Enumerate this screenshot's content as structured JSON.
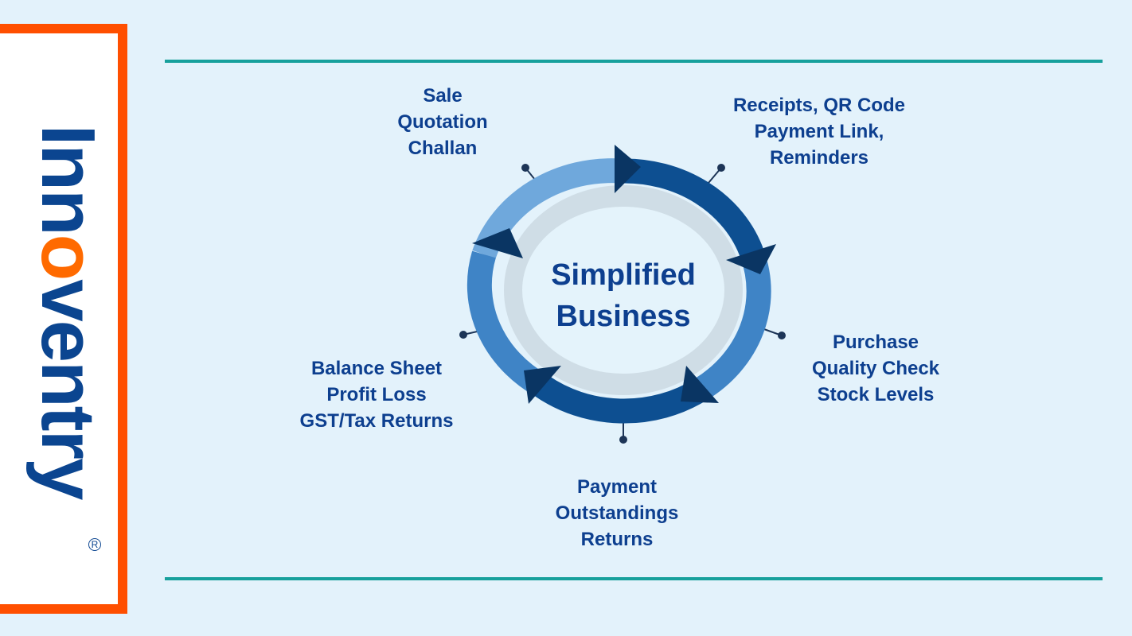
{
  "logo": {
    "text_before": "Inn",
    "text_o": "o",
    "text_after": "ventry",
    "registered": "R"
  },
  "colors": {
    "background": "#e3f2fb",
    "accent_teal": "#17a09c",
    "brand_orange": "#ff4f00",
    "text_blue": "#0d3f8f"
  },
  "diagram": {
    "center": {
      "line1": "Simplified",
      "line2": "Business"
    },
    "stages": [
      {
        "lines": [
          "Sale",
          "Quotation",
          "Challan"
        ]
      },
      {
        "lines": [
          "Receipts, QR Code",
          "Payment Link,",
          "Reminders"
        ]
      },
      {
        "lines": [
          "Purchase",
          "Quality Check",
          "Stock Levels"
        ]
      },
      {
        "lines": [
          "Payment",
          "Outstandings",
          "Returns"
        ]
      },
      {
        "lines": [
          "Balance Sheet",
          "Profit Loss",
          "GST/Tax Returns"
        ]
      }
    ]
  }
}
